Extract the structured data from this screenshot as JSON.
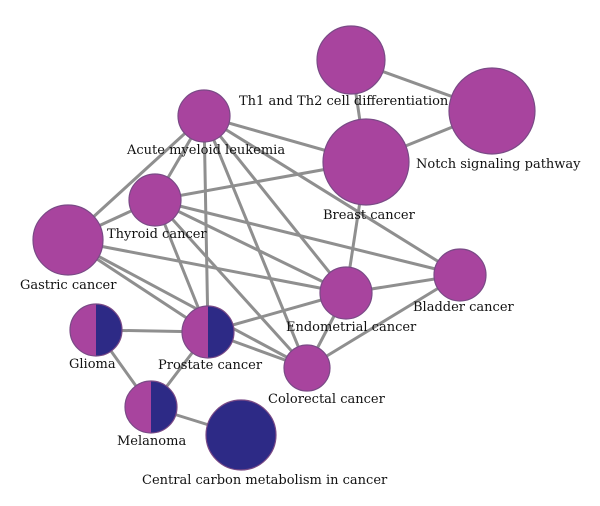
{
  "colors": {
    "magenta": "#a8449e",
    "navy": "#2d2a86",
    "edge": "#8f8f8f"
  },
  "nodes": [
    {
      "id": "th1th2",
      "label": "Th1 and Th2 cell differentiation",
      "fill": [
        "magenta"
      ]
    },
    {
      "id": "notch",
      "label": "Notch signaling pathway",
      "fill": [
        "magenta"
      ]
    },
    {
      "id": "breast",
      "label": "Breast cancer",
      "fill": [
        "magenta"
      ]
    },
    {
      "id": "aml",
      "label": "Acute myeloid leukemia",
      "fill": [
        "magenta"
      ]
    },
    {
      "id": "thyroid",
      "label": "Thyroid cancer",
      "fill": [
        "magenta"
      ]
    },
    {
      "id": "gastric",
      "label": "Gastric cancer",
      "fill": [
        "magenta"
      ]
    },
    {
      "id": "bladder",
      "label": "Bladder cancer",
      "fill": [
        "magenta"
      ]
    },
    {
      "id": "endometrial",
      "label": "Endometrial cancer",
      "fill": [
        "magenta"
      ]
    },
    {
      "id": "glioma",
      "label": "Glioma",
      "fill": [
        "magenta",
        "navy"
      ]
    },
    {
      "id": "prostate",
      "label": "Prostate cancer",
      "fill": [
        "magenta",
        "navy"
      ]
    },
    {
      "id": "colorectal",
      "label": "Colorectal cancer",
      "fill": [
        "magenta"
      ]
    },
    {
      "id": "melanoma",
      "label": "Melanoma",
      "fill": [
        "magenta",
        "navy"
      ]
    },
    {
      "id": "ccm",
      "label": "Central carbon metabolism in cancer",
      "fill": [
        "navy"
      ]
    }
  ],
  "edges": [
    [
      "th1th2",
      "notch"
    ],
    [
      "notch",
      "breast"
    ],
    [
      "th1th2",
      "breast"
    ],
    [
      "aml",
      "breast"
    ],
    [
      "aml",
      "thyroid"
    ],
    [
      "aml",
      "gastric"
    ],
    [
      "aml",
      "endometrial"
    ],
    [
      "aml",
      "prostate"
    ],
    [
      "aml",
      "colorectal"
    ],
    [
      "aml",
      "bladder"
    ],
    [
      "thyroid",
      "breast"
    ],
    [
      "thyroid",
      "gastric"
    ],
    [
      "thyroid",
      "endometrial"
    ],
    [
      "thyroid",
      "prostate"
    ],
    [
      "thyroid",
      "colorectal"
    ],
    [
      "thyroid",
      "bladder"
    ],
    [
      "gastric",
      "prostate"
    ],
    [
      "gastric",
      "endometrial"
    ],
    [
      "gastric",
      "colorectal"
    ],
    [
      "breast",
      "endometrial"
    ],
    [
      "endometrial",
      "bladder"
    ],
    [
      "endometrial",
      "prostate"
    ],
    [
      "endometrial",
      "colorectal"
    ],
    [
      "bladder",
      "colorectal"
    ],
    [
      "glioma",
      "prostate"
    ],
    [
      "glioma",
      "melanoma"
    ],
    [
      "prostate",
      "colorectal"
    ],
    [
      "prostate",
      "melanoma"
    ],
    [
      "melanoma",
      "ccm"
    ]
  ]
}
